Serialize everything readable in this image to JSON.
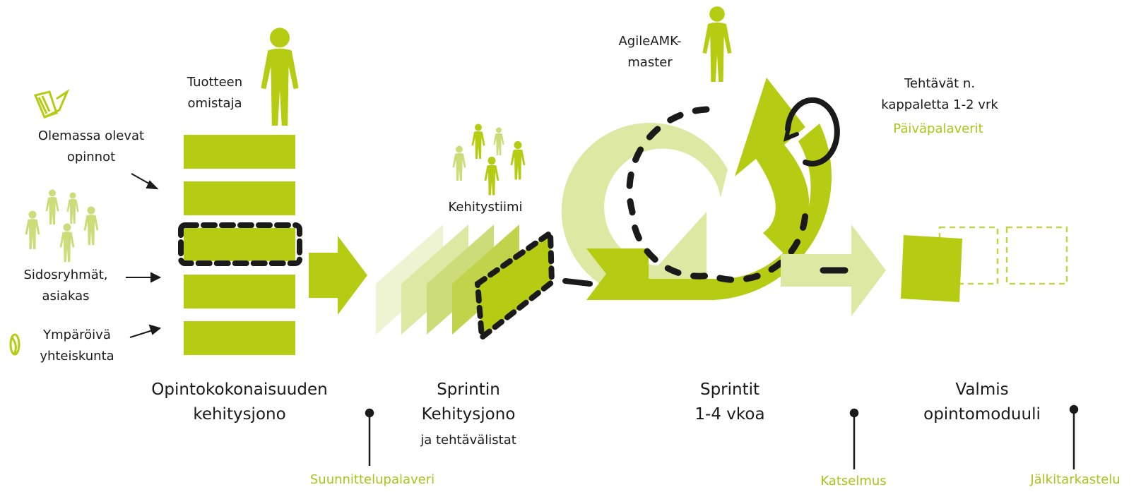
{
  "colors": {
    "green": "#b5cc12",
    "green_mid": "#cbdc78",
    "green_light": "#dde8a3",
    "green_pale": "#eef4d2",
    "green_text": "#a9c518",
    "dark": "#1a1a1a"
  },
  "labels": {
    "product_owner": "Tuotteen\nomistaja",
    "existing_studies": "Olemassa olevat\nopinnot",
    "stakeholders": "Sidosryhmät,\nasiakas",
    "society": "Ympäröivä\nyhteiskunta",
    "backlog_title": "Opintokokonaisuuden\nkehitysjono",
    "dev_team": "Kehitystiimi",
    "sprint_backlog_title": "Sprintin\nKehitysjono",
    "sprint_backlog_sub": "ja tehtävälistat",
    "agile_master": "AgileAMK-\nmaster",
    "tasks": "Tehtävät n.\nkappaletta 1-2 vrk",
    "daily": "Päiväpalaverit",
    "sprints": "Sprintit\n1-4 vkoa",
    "finished": "Valmis\nopintomoduuli",
    "planning": "Suunnittelupalaveri",
    "review": "Katselmus",
    "retro": "Jälkitarkastelu"
  },
  "icons": {
    "book": "book-icon",
    "person": "person-icon",
    "arrow": "arrow-icon",
    "chain": "chain-icon"
  }
}
